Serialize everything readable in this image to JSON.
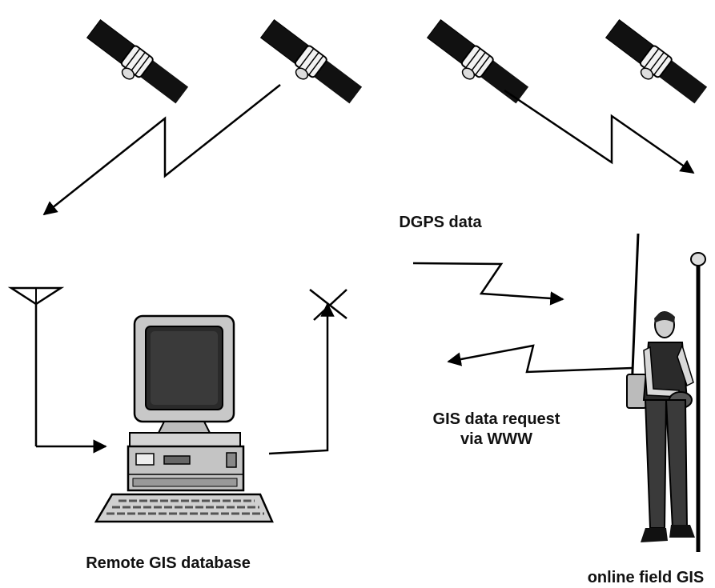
{
  "labels": {
    "dgps": "DGPS data",
    "request_line1": "GIS data request",
    "request_line2": "via WWW",
    "remote": "Remote GIS database",
    "field": "online field GIS"
  }
}
